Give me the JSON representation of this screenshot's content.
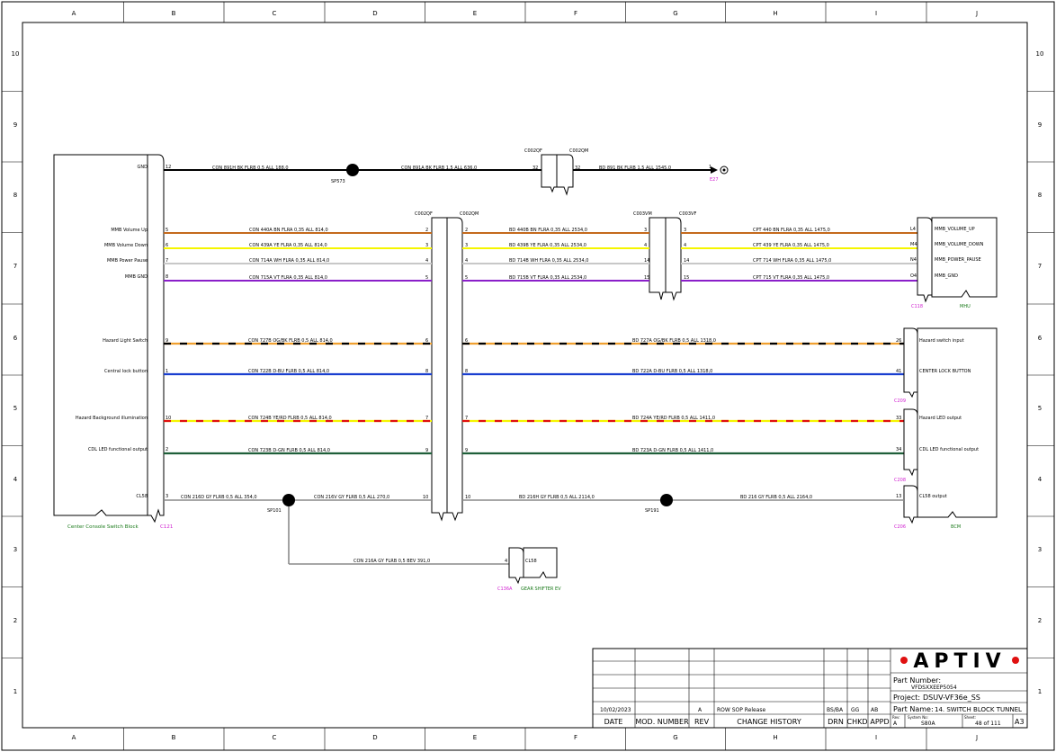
{
  "border": {
    "col_labels": [
      "A",
      "B",
      "C",
      "D",
      "E",
      "F",
      "G",
      "H",
      "I",
      "J"
    ],
    "row_labels": [
      "10",
      "9",
      "8",
      "7",
      "6",
      "5",
      "4",
      "3",
      "2",
      "1"
    ]
  },
  "colors": {
    "brown": "#c46a1c",
    "yellow": "#f5f500",
    "white": "#c8c8c8",
    "violet": "#8a1fc9",
    "orange": "#f0a030",
    "blue": "#1a3fd0",
    "red": "#e01010",
    "green": "#1f5f3a",
    "gray": "#8a8a8a",
    "black": "#000000",
    "connector_label": "#d020d0",
    "component_label": "#1a7a1a",
    "aptiv_red": "#e01010"
  },
  "components": {
    "switch_block": {
      "name": "Center Console Switch Block",
      "connector": "C121",
      "pins": [
        {
          "label": "GND",
          "pin": "12"
        },
        {
          "label": "MMB Volume Up",
          "pin": "5"
        },
        {
          "label": "MMB Volume Down",
          "pin": "6"
        },
        {
          "label": "MMB Power Pause",
          "pin": "7"
        },
        {
          "label": "MMB GND",
          "pin": "8"
        },
        {
          "label": "Hazard Light Switch",
          "pin": "9"
        },
        {
          "label": "Central lock button",
          "pin": "1"
        },
        {
          "label": "Hazard Background illumination",
          "pin": "10"
        },
        {
          "label": "CDL LED functional output",
          "pin": "2"
        },
        {
          "label": "CL58",
          "pin": "3"
        }
      ]
    },
    "mhu": {
      "name": "MHU",
      "connector": "C118",
      "pins": [
        {
          "label": "MMB_VOLUME_UP",
          "pin": "L4"
        },
        {
          "label": "MMB_VOLUME_DOWN",
          "pin": "M4"
        },
        {
          "label": "MMB_POWER_PAUSE",
          "pin": "N4"
        },
        {
          "label": "MMB_GND",
          "pin": "O4"
        }
      ]
    },
    "bcm": {
      "name": "BCM",
      "connectors": [
        "C209",
        "C208",
        "C206"
      ],
      "pins": [
        {
          "label": "Hazard switch input",
          "pin": "26"
        },
        {
          "label": "CENTER LOCK BUTTON",
          "pin": "41"
        },
        {
          "label": "Hazard LED output",
          "pin": "33"
        },
        {
          "label": "CDL LED functional output",
          "pin": "34"
        },
        {
          "label": "CL58 output",
          "pin": "13"
        }
      ]
    },
    "gear_shifter": {
      "name": "GEAR SHIFTER EV",
      "connector": "C136A",
      "pin": "4",
      "label": "CL58"
    },
    "ground": {
      "label": "E27"
    },
    "splices": [
      "SP573",
      "SP101",
      "SP191"
    ],
    "inline_connectors": [
      "C002QF",
      "C002QM",
      "C003VM",
      "C003VF"
    ]
  },
  "wires": {
    "gnd": {
      "seg1": "CON  891H  BK  FLRB  0,5  ALL  188,0",
      "seg2": "CON  891A  BK  FLRB  1,5  ALL  636,0",
      "seg3": "BD  891  BK  FLRB  1,5  ALL  1545,0",
      "pin_l": "32",
      "pin_r": "32",
      "pin_end": "1"
    },
    "mmb": [
      {
        "seg1": "CON  440A  BN  FLRA  0,35  ALL  814,0",
        "seg2": "BD  440B  BN  FLRA  0,35  ALL  2534,0",
        "seg3": "CPT  440  BN  FLRA  0,35  ALL  1475,0",
        "p1": "2",
        "p2": "2",
        "p3": "3",
        "p4": "3"
      },
      {
        "seg1": "CON  439A  YE  FLRA  0,35  ALL  814,0",
        "seg2": "BD  439B  YE  FLRA  0,35  ALL  2534,0",
        "seg3": "CPT  439  YE  FLRA  0,35  ALL  1475,0",
        "p1": "3",
        "p2": "3",
        "p3": "4",
        "p4": "4"
      },
      {
        "seg1": "CON  714A  WH  FLRA  0,35  ALL  814,0",
        "seg2": "BD  714B  WH  FLRA  0,35  ALL  2534,0",
        "seg3": "CPT  714  WH  FLRA  0,35  ALL  1475,0",
        "p1": "4",
        "p2": "4",
        "p3": "14",
        "p4": "14"
      },
      {
        "seg1": "CON  715A  VT  FLRA  0,35  ALL  814,0",
        "seg2": "BD  715B  VT  FLRA  0,35  ALL  2534,0",
        "seg3": "CPT  715  VT  FLRA  0,35  ALL  1475,0",
        "p1": "5",
        "p2": "5",
        "p3": "15",
        "p4": "15"
      }
    ],
    "bcm": [
      {
        "seg1": "CON  727B  OG/BK  FLRB  0,5  ALL  814,0",
        "seg2": "BD  727A  OG/BK  FLRB  0,5  ALL  1318,0",
        "p1": "6",
        "p2": "6"
      },
      {
        "seg1": "CON  722B  D-BU  FLRB  0,5  ALL  814,0",
        "seg2": "BD  722A  D-BU  FLRB  0,5  ALL  1318,0",
        "p1": "8",
        "p2": "8"
      },
      {
        "seg1": "CON  724B  YE/RD  FLRB  0,5  ALL  814,0",
        "seg2": "BD  724A  YE/RD  FLRB  0,5  ALL  1411,0",
        "p1": "7",
        "p2": "7"
      },
      {
        "seg1": "CON  723B  D-GN  FLRB  0,5  ALL  814,0",
        "seg2": "BD  723A  D-GN  FLRB  0,5  ALL  1411,0",
        "p1": "9",
        "p2": "9"
      }
    ],
    "cl58": {
      "seg1": "CON  216D  GY  FLRB  0,5  ALL  354,0",
      "seg2": "CON  216V  GY  FLRB  0,5  ALL  270,0",
      "seg3": "BD  216H  GY  FLRB  0,5  ALL  2114,0",
      "seg4": "BD  216  GY  FLRB  0,5  ALL  2164,0",
      "seg5": "CON  216A  GY  FLRB  0,5  BEV  391,0",
      "p1": "10",
      "p2": "10"
    }
  },
  "title_block": {
    "logo": "APTIV",
    "part_number_label": "Part Number:",
    "part_number": "VFDSXXEEP5054",
    "project_label": "Project:",
    "project": "DSUV-VF36e_SS",
    "part_name_label": "Part Name:",
    "part_name": "14. SWITCH BLOCK TUNNEL",
    "rev_label": "Rev:",
    "rev": "A",
    "system_no_label": "System No:",
    "system_no": "S80A",
    "sheet_label": "Sheet:",
    "sheet": "48  of 111",
    "size": "A3",
    "row": {
      "date": "10/02/2023",
      "rev": "A",
      "change": "ROW SOP Release",
      "drn": "BS/BA",
      "chkd": "GG",
      "appd": "AB"
    },
    "headers": {
      "date": "DATE",
      "mod": "MOD. NUMBER",
      "rev": "REV",
      "change": "CHANGE HISTORY",
      "drn": "DRN",
      "chkd": "CHKD",
      "appd": "APPD"
    }
  }
}
